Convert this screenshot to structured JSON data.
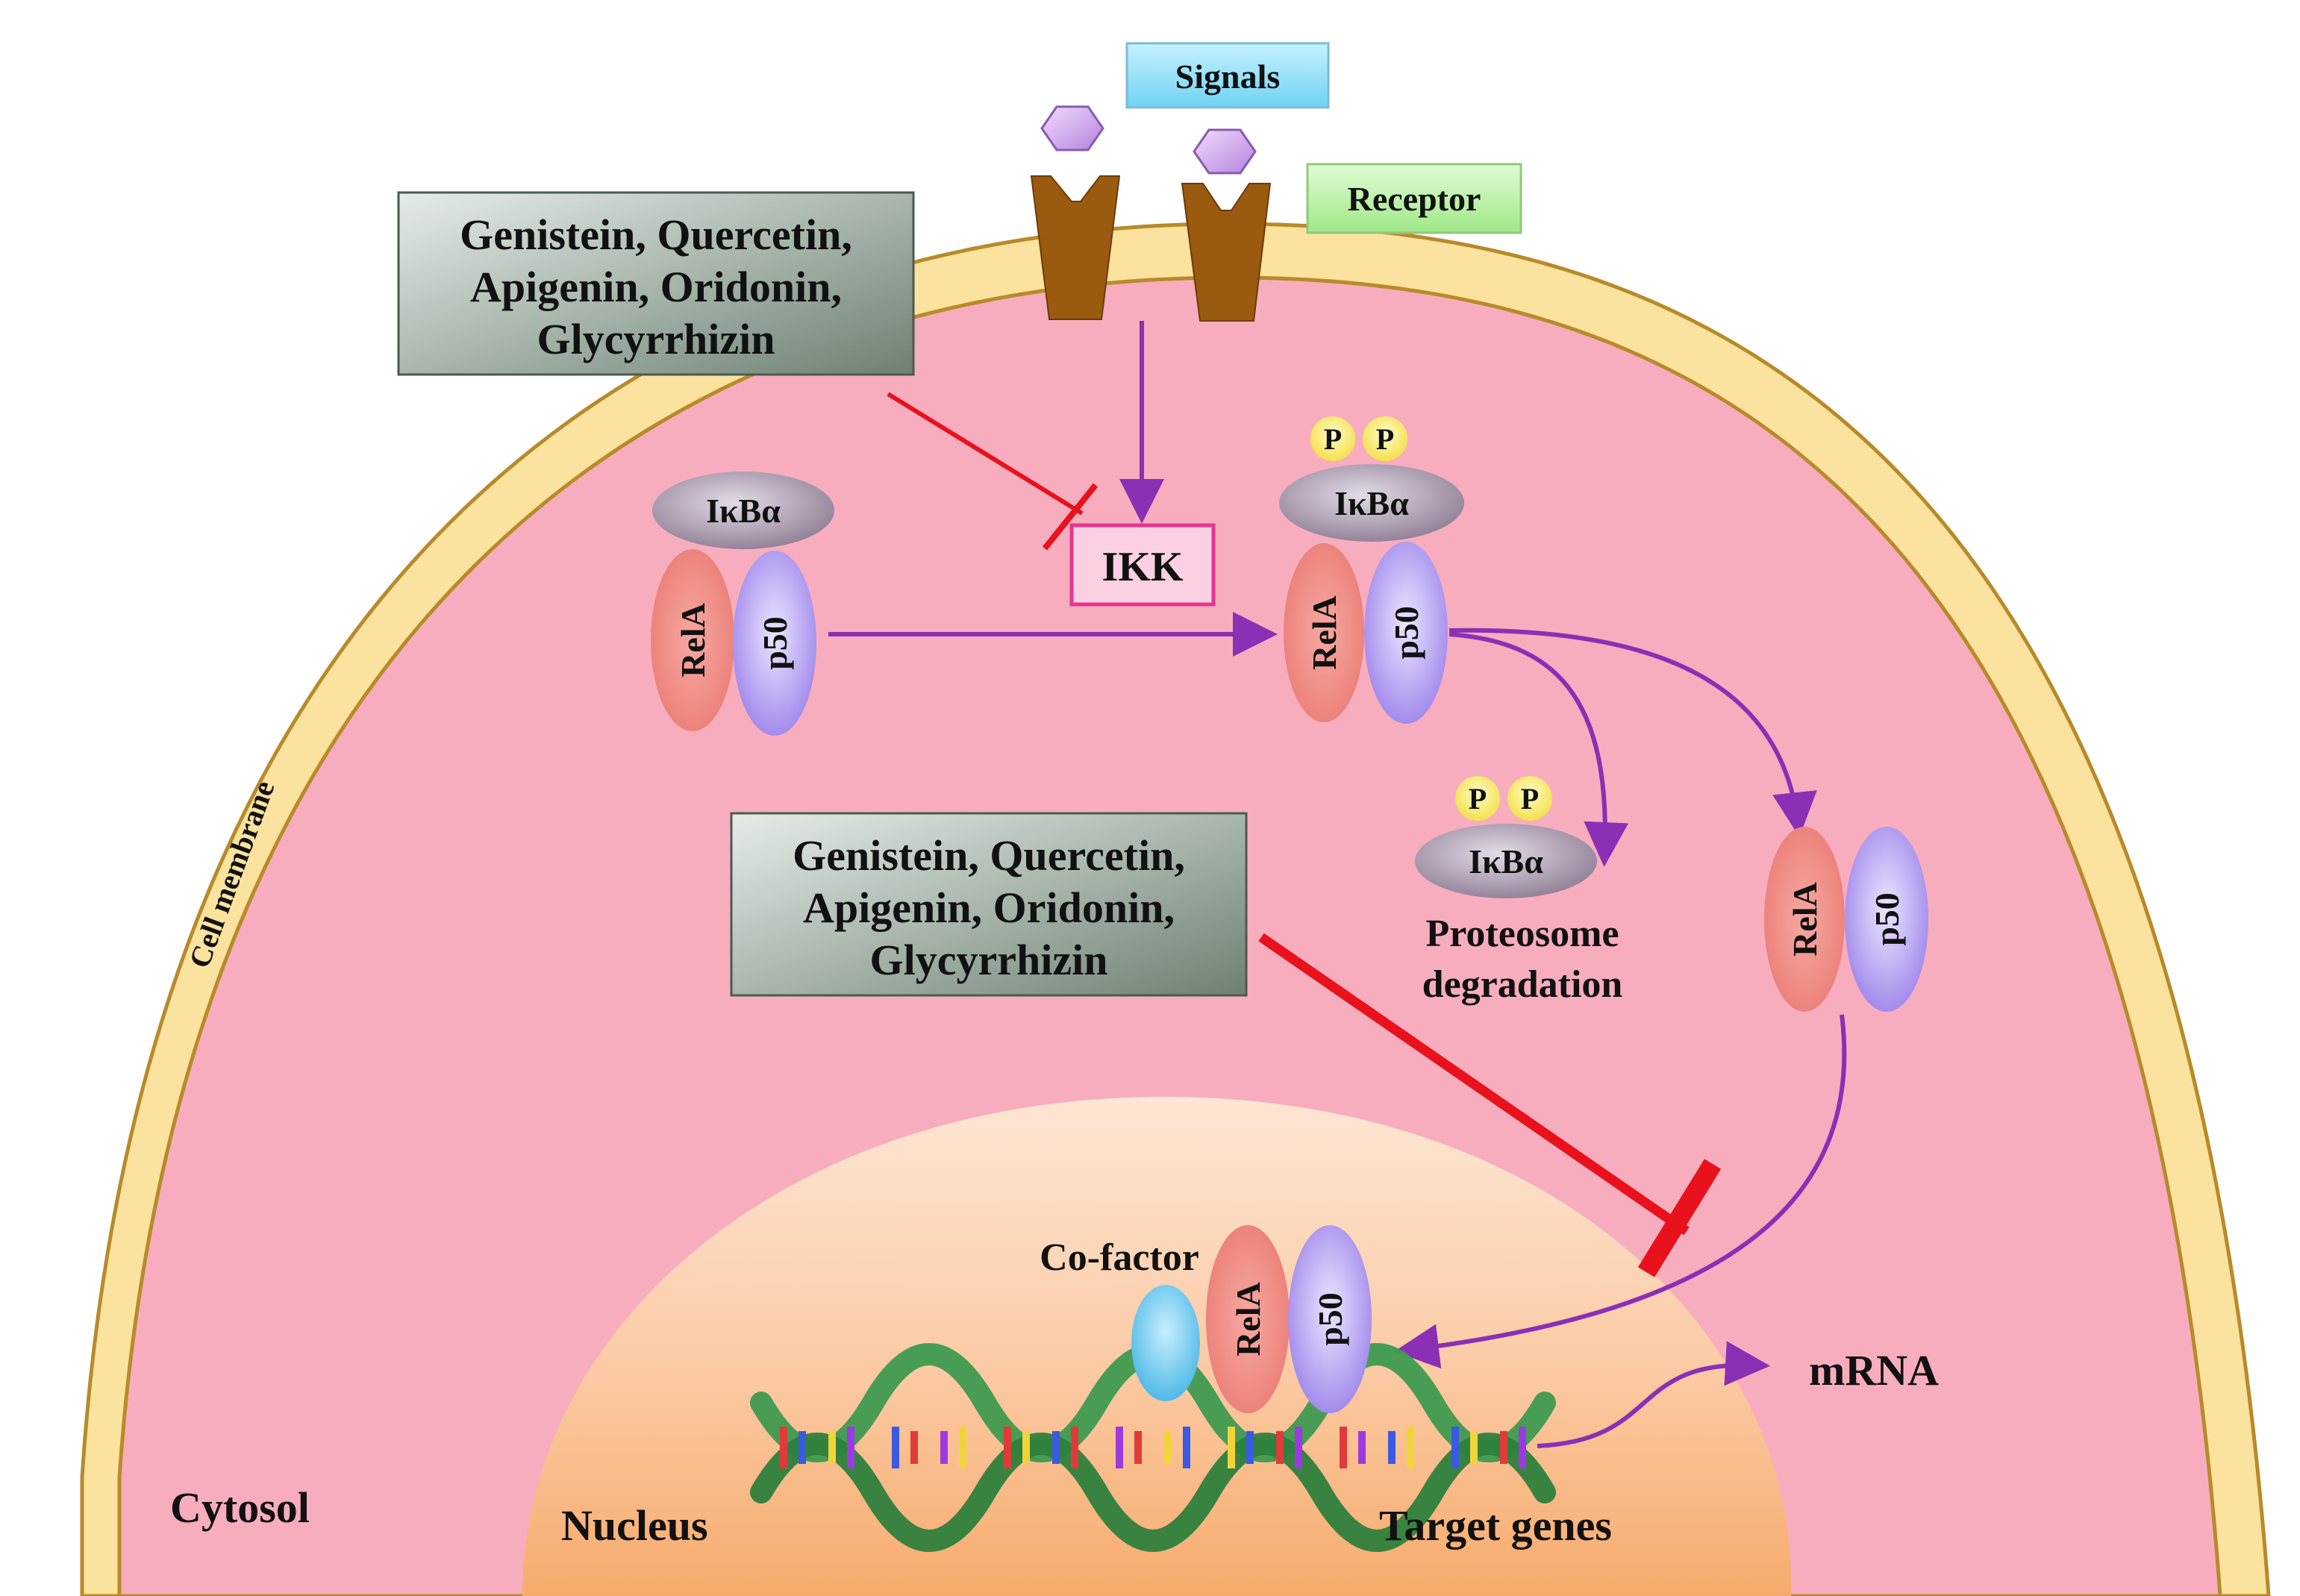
{
  "labels": {
    "signals": "Signals",
    "receptor": "Receptor",
    "ikk": "IKK",
    "cell_membrane": "Cell membrane",
    "cytosol": "Cytosol",
    "nucleus": "Nucleus",
    "target_genes": "Target genes",
    "mrna": "mRNA",
    "cofactor": "Co-factor",
    "proteosome_line1": "Proteosome",
    "proteosome_line2": "degradation",
    "ikba": "IκBα",
    "rela": "RelA",
    "p50": "p50",
    "phospho": "P"
  },
  "inhibitor_box_top": {
    "lines": [
      "Genistein, Quercetin,",
      "Apigenin, Oridonin,",
      "Glycyrrhizin"
    ]
  },
  "inhibitor_box_middle": {
    "lines": [
      "Genistein, Quercetin,",
      "Apigenin, Oridonin,",
      "Glycyrrhizin"
    ]
  },
  "colors": {
    "cytoplasm": "#f7adbe",
    "membrane": "#fbe29e",
    "membrane_edge": "#b88a2a",
    "nucleus_top": "#fde3cf",
    "nucleus_bottom": "#f7b27a",
    "arrow": "#8b2fb5",
    "inhibit": "#e8111c",
    "receptor": "#9a5a10",
    "ligand": "#c79be6",
    "signals_box": "#8fe1f8",
    "receptor_box": "#b9f3a6",
    "ikk_fill": "#fbd0e2",
    "ikk_border": "#e8338f",
    "ikba": "#9d8ca0",
    "rela": "#ee8a84",
    "p50": "#b39cf0",
    "phospho": "#f9f07a",
    "cofactor": "#68c8ee",
    "dna": "#4aa35a",
    "inhibitor_box": "#a9b7ac"
  }
}
